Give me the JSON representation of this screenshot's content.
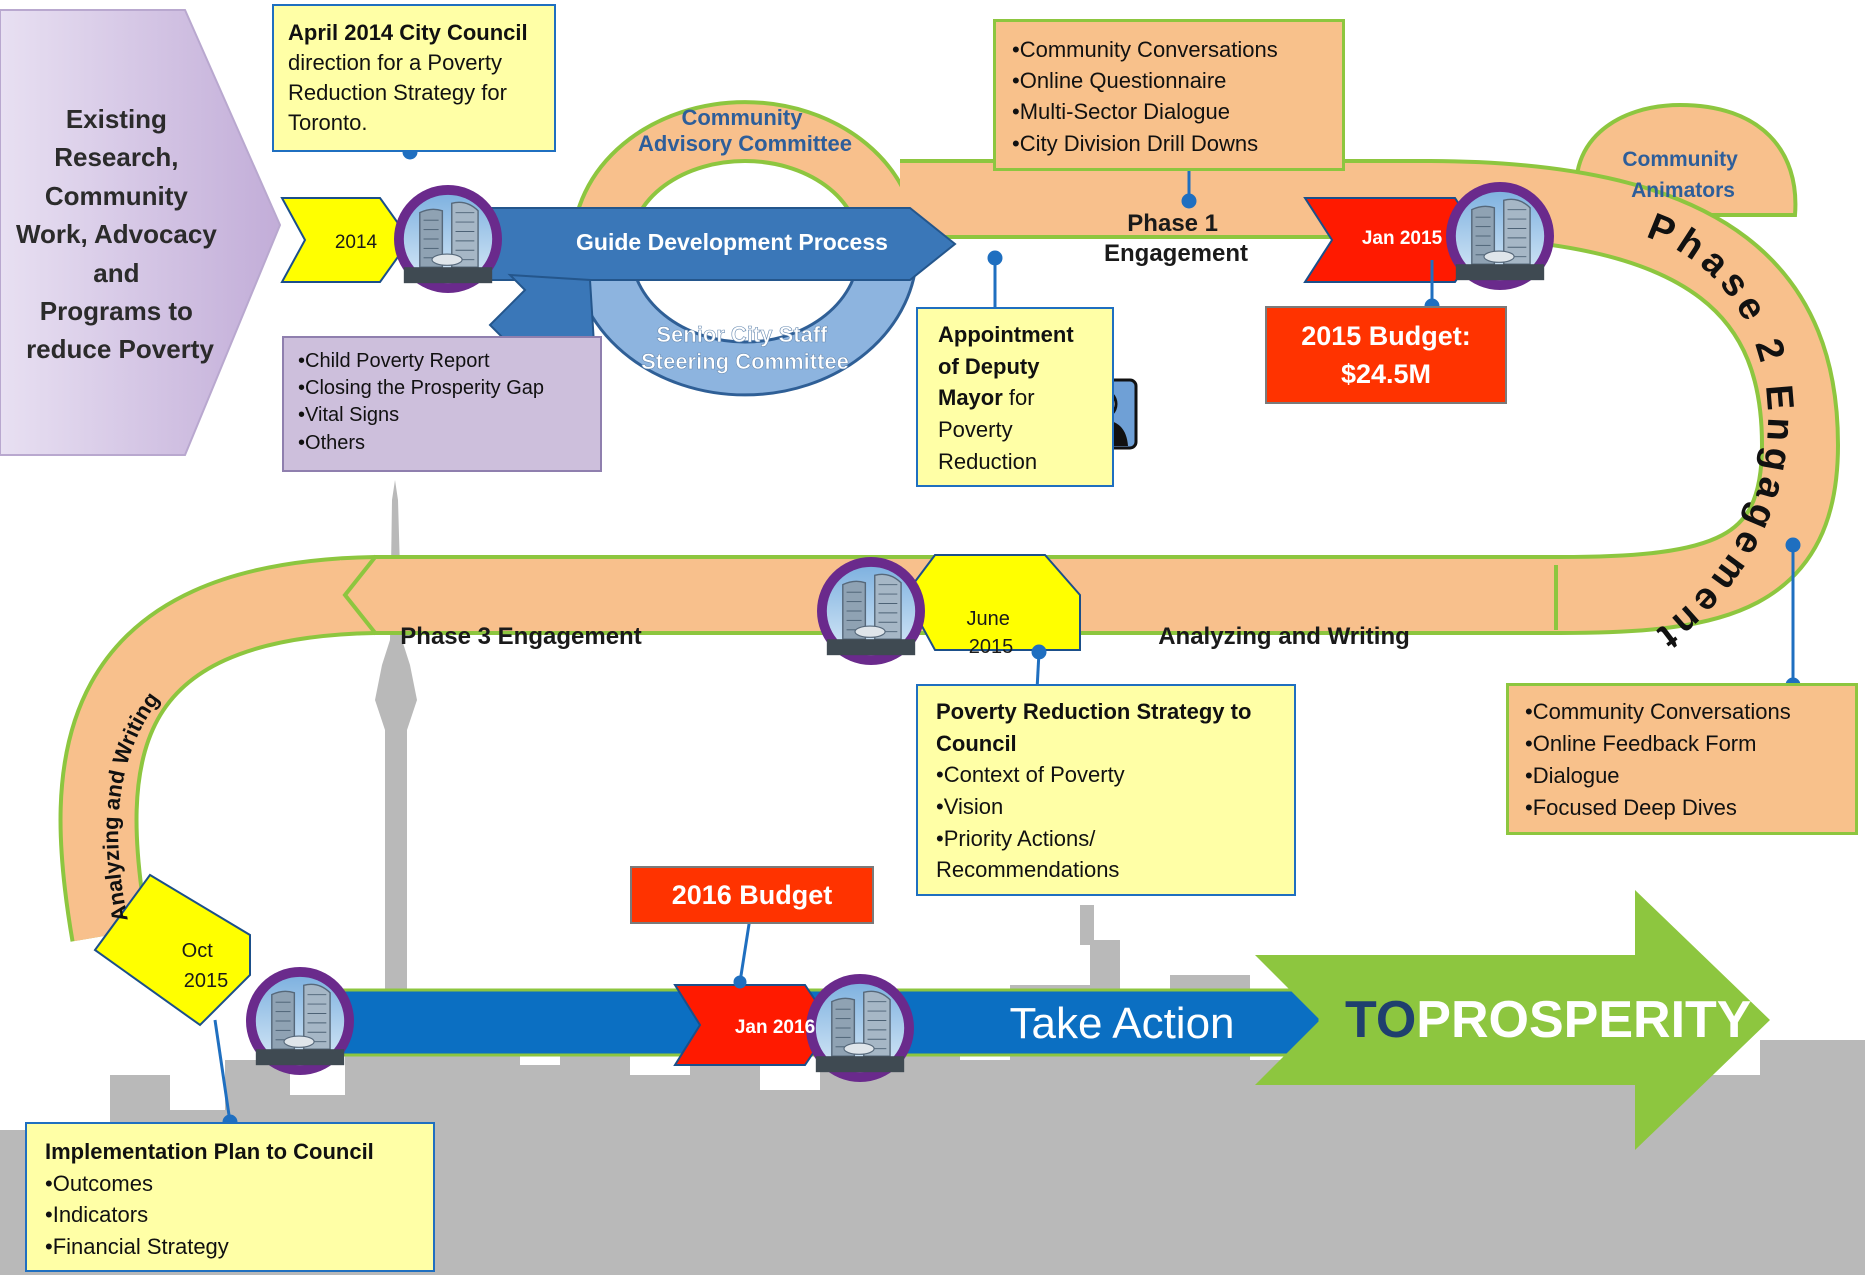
{
  "title": {
    "to": "TO",
    "prosperity": "PROSPERITY"
  },
  "existing_chevron": {
    "lines": [
      "Existing",
      "Research,",
      "Community",
      "Work, Advocacy",
      "and",
      "Programs to",
      "reduce Poverty"
    ]
  },
  "milestones": {
    "m2014": "2014",
    "jan2015": "Jan 2015",
    "june2015": [
      "June",
      "2015"
    ],
    "oct2015": [
      "Oct",
      "2015"
    ],
    "jan2016": "Jan 2016"
  },
  "road_labels": {
    "guide": "Guide Development Process",
    "community_advisory": [
      "Community",
      "Advisory Committee"
    ],
    "senior_staff": [
      "Senior City Staff",
      "Steering Committee"
    ],
    "phase1": [
      "Phase 1",
      "Engagement"
    ],
    "community_animators": [
      "Community",
      "Animators"
    ],
    "phase2": "Phase 2 Engagement",
    "analyzing_writing_top": "Analyzing and Writing",
    "phase3": "Phase 3 Engagement",
    "analyzing_writing_left": "Analyzing and Writing",
    "take_action": "Take Action"
  },
  "boxes": {
    "april2014": {
      "bold": "April 2014 City Council",
      "rest": " direction for a Poverty Reduction Strategy for Toronto."
    },
    "reports": [
      "Child Poverty Report",
      "Closing the Prosperity Gap",
      "Vital Signs",
      "Others"
    ],
    "phase1_activities": [
      "Community Conversations",
      "Online Questionnaire",
      "Multi-Sector Dialogue",
      "City Division Drill Downs"
    ],
    "deputy_mayor": {
      "bold": "Appointment of Deputy Mayor",
      "rest": " for Poverty Reduction"
    },
    "budget2015": [
      "2015 Budget:",
      "$24.5M"
    ],
    "phase2_activities": [
      "Community Conversations",
      "Online Feedback Form",
      "Dialogue",
      "Focused Deep Dives"
    ],
    "strategy_to_council": {
      "title": "Poverty Reduction Strategy to Council",
      "items": [
        "Context of Poverty",
        "Vision",
        "Priority Actions/ Recommendations"
      ]
    },
    "budget2016": "2016  Budget",
    "implementation": {
      "title": "Implementation Plan to Council",
      "items": [
        "Outcomes",
        "Indicators",
        "Financial Strategy"
      ]
    }
  },
  "colors": {
    "road": "#f8c08c",
    "road_border": "#8dc63f",
    "guide_arrow": "#3a77b8",
    "blue_road": "#0b6fc2",
    "green_arrow": "#8dc63f",
    "milestone_yellow": "#ffff00",
    "milestone_red": "#ff1a00",
    "city_hall_ring": "#6a2a8c",
    "skyline": "#b9b9b9"
  },
  "icons": [
    "city-hall-icon",
    "deputy-mayor-icon",
    "cn-tower-skyline"
  ]
}
